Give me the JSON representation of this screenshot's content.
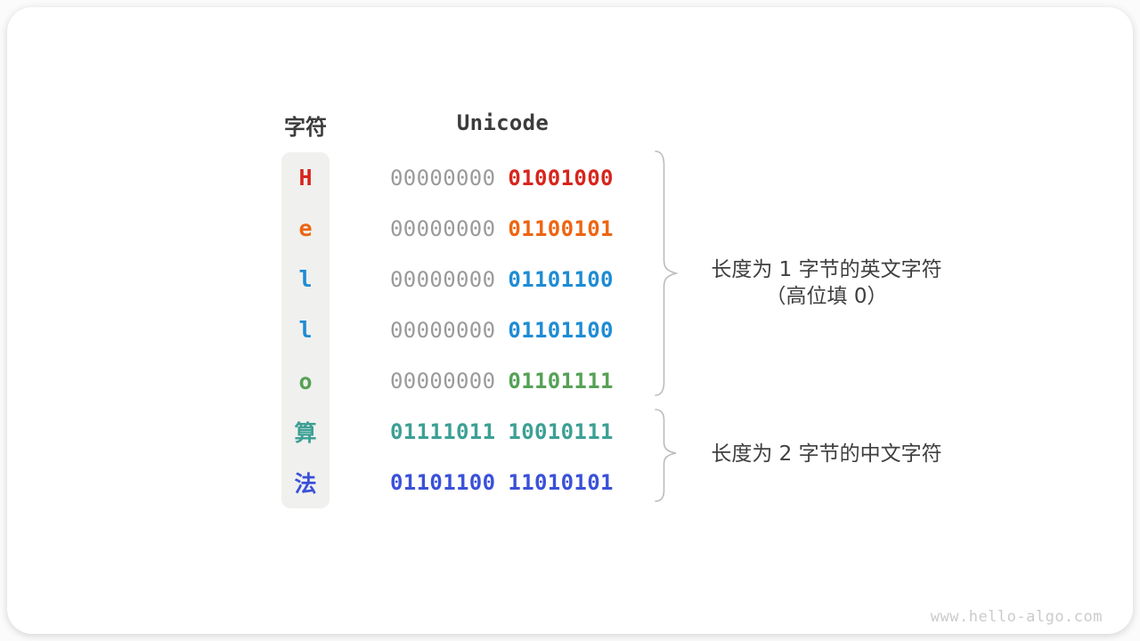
{
  "header": {
    "char_col": "字符",
    "unicode_col": "Unicode"
  },
  "table": {
    "rows": [
      {
        "char": "H",
        "char_color": "#d7251d",
        "high_byte": "00000000",
        "high_byte_color": "#9a9a9a",
        "low_byte": "01001000",
        "low_byte_color": "#d7251d"
      },
      {
        "char": "e",
        "char_color": "#ed6511",
        "high_byte": "00000000",
        "high_byte_color": "#9a9a9a",
        "low_byte": "01100101",
        "low_byte_color": "#ed6511"
      },
      {
        "char": "l",
        "char_color": "#1e8cd4",
        "high_byte": "00000000",
        "high_byte_color": "#9a9a9a",
        "low_byte": "01101100",
        "low_byte_color": "#1e8cd4"
      },
      {
        "char": "l",
        "char_color": "#1e8cd4",
        "high_byte": "00000000",
        "high_byte_color": "#9a9a9a",
        "low_byte": "01101100",
        "low_byte_color": "#1e8cd4"
      },
      {
        "char": "o",
        "char_color": "#56a156",
        "high_byte": "00000000",
        "high_byte_color": "#9a9a9a",
        "low_byte": "01101111",
        "low_byte_color": "#56a156"
      },
      {
        "char": "算",
        "char_color": "#3da095",
        "high_byte": "01111011",
        "high_byte_color": "#3da095",
        "low_byte": "10010111",
        "low_byte_color": "#3da095"
      },
      {
        "char": "法",
        "char_color": "#3a51d8",
        "high_byte": "01101100",
        "high_byte_color": "#3a51d8",
        "low_byte": "11010101",
        "low_byte_color": "#3a51d8"
      }
    ]
  },
  "annotations": [
    {
      "line1": "长度为 1 字节的英文字符",
      "line2": "（高位填 0）"
    },
    {
      "line1": "长度为 2 字节的中文字符"
    }
  ],
  "watermark": "www.hello-algo.com",
  "colors": {
    "text_dark": "#3c3c3c",
    "byte_gray": "#9a9a9a",
    "red": "#d7251d",
    "orange": "#ed6511",
    "azure": "#1e8cd4",
    "green": "#56a156",
    "teal": "#3da095",
    "royal_blue": "#3a51d8",
    "brace": "#bbbbbb",
    "char_column_bg": "#f0f0ee",
    "watermark_gray": "#cbcbcb"
  }
}
